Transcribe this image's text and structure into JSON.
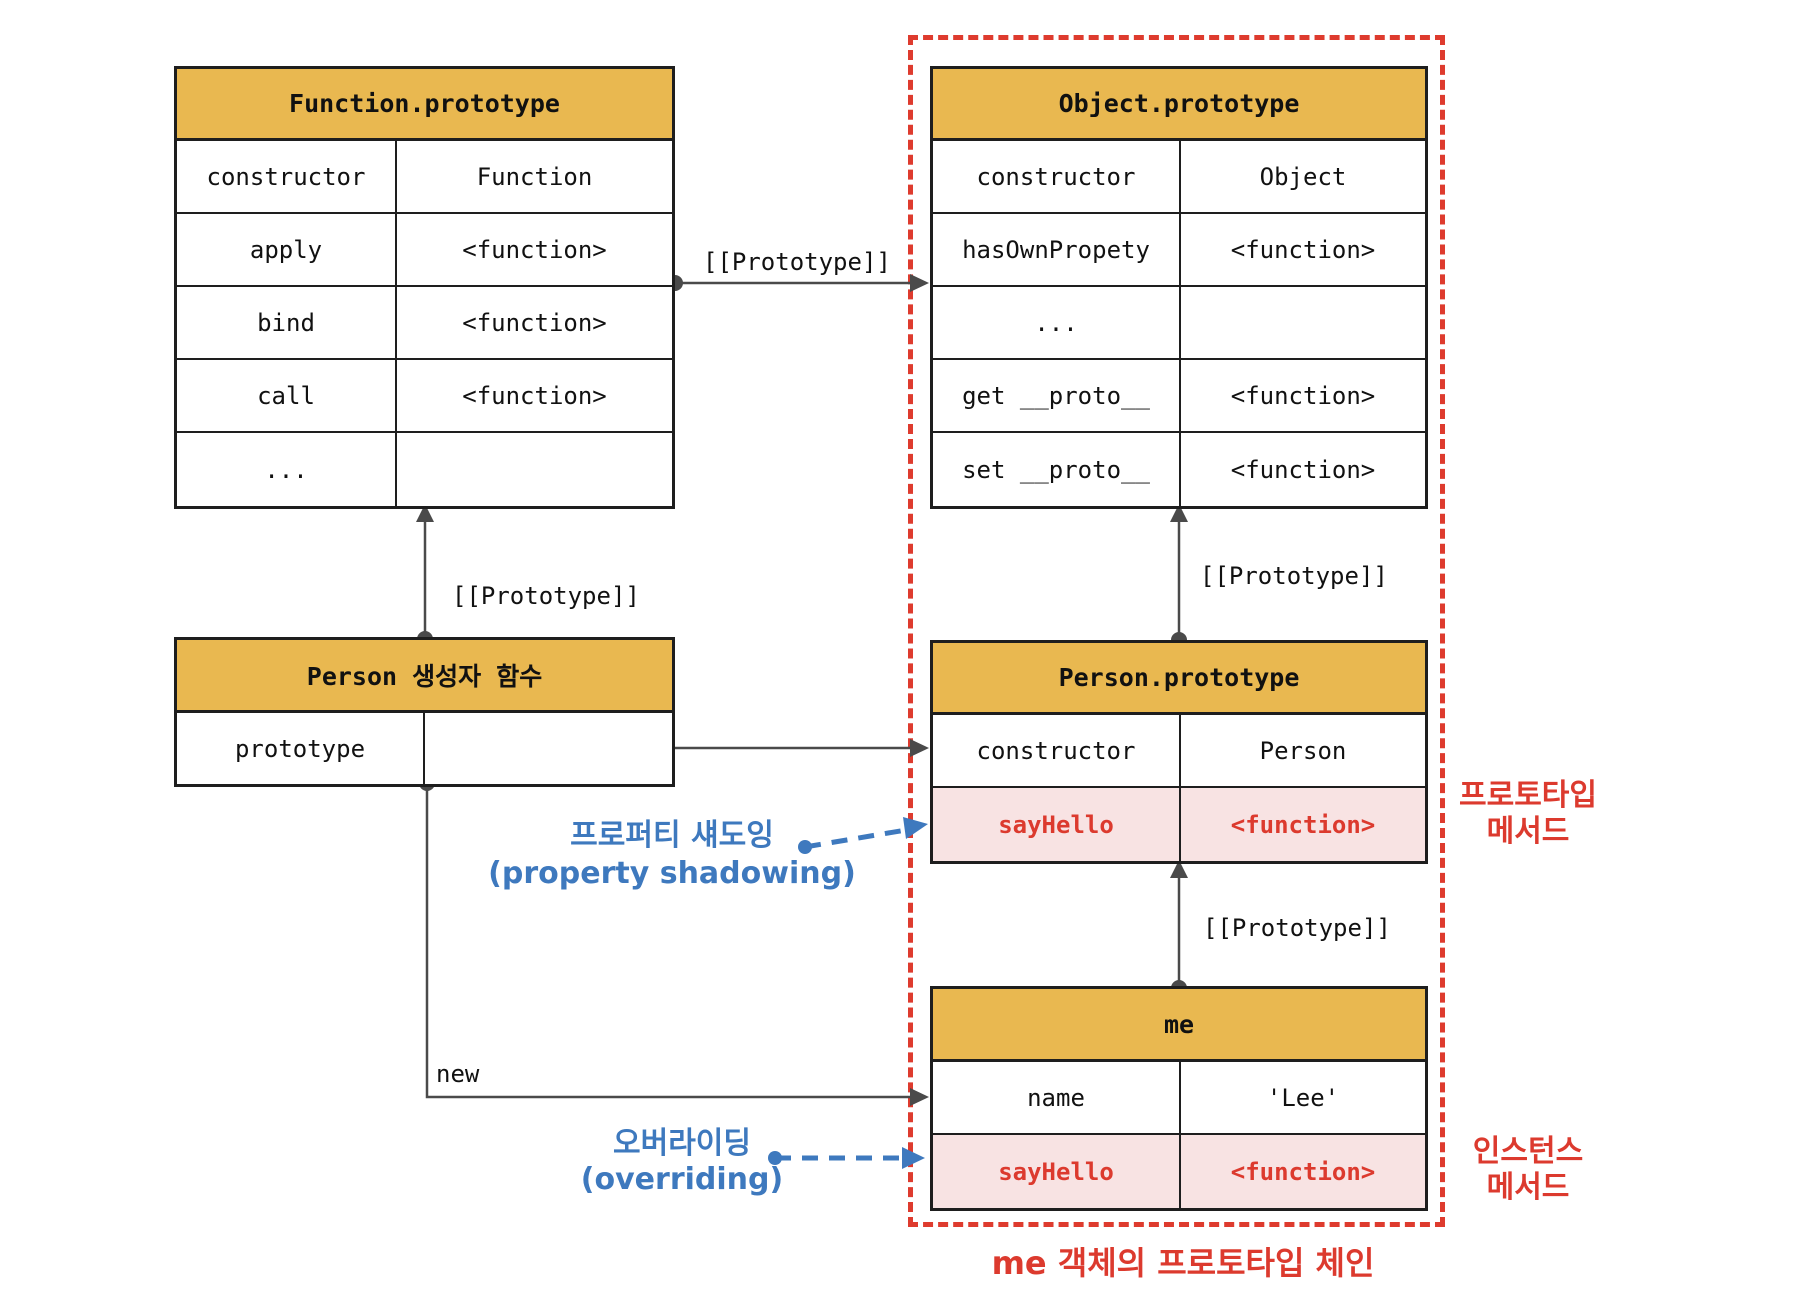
{
  "tables": {
    "function_prototype": {
      "title": "Function.prototype",
      "rows": [
        [
          "constructor",
          "Function"
        ],
        [
          "apply",
          "<function>"
        ],
        [
          "bind",
          "<function>"
        ],
        [
          "call",
          "<function>"
        ],
        [
          "...",
          ""
        ]
      ]
    },
    "object_prototype": {
      "title": "Object.prototype",
      "rows": [
        [
          "constructor",
          "Object"
        ],
        [
          "hasOwnPropety",
          "<function>"
        ],
        [
          "...",
          ""
        ],
        [
          "get __proto__",
          "<function>"
        ],
        [
          "set __proto__",
          "<function>"
        ]
      ]
    },
    "person_constructor": {
      "title": "Person 생성자 함수",
      "rows": [
        [
          "prototype",
          ""
        ]
      ]
    },
    "person_prototype": {
      "title": "Person.prototype",
      "rows": [
        [
          "constructor",
          "Person"
        ],
        [
          "sayHello",
          "<function>"
        ]
      ]
    },
    "me": {
      "title": "me",
      "rows": [
        [
          "name",
          "'Lee'"
        ],
        [
          "sayHello",
          "<function>"
        ]
      ]
    }
  },
  "labels": {
    "prototype_link_horizontal": "[[Prototype]]",
    "prototype_link_left": "[[Prototype]]",
    "prototype_link_object": "[[Prototype]]",
    "prototype_link_me": "[[Prototype]]",
    "new_keyword": "new",
    "property_shadowing_ko": "프로퍼티 섀도잉",
    "property_shadowing_en": "(property shadowing)",
    "overriding_ko": "오버라이딩",
    "overriding_en": "(overriding)",
    "prototype_method_line1": "프로토타입",
    "prototype_method_line2": "메서드",
    "instance_method_line1": "인스턴스",
    "instance_method_line2": "메서드",
    "chain_caption": "me 객체의 프로토타입 체인"
  },
  "colors": {
    "header_yellow": "#E9B850",
    "highlight_pink": "#F8E3E3",
    "accent_red": "#DC3A2E",
    "annotation_blue": "#3E79BE",
    "line_gray": "#4a4a4a",
    "border_black": "#1e1e1e"
  }
}
